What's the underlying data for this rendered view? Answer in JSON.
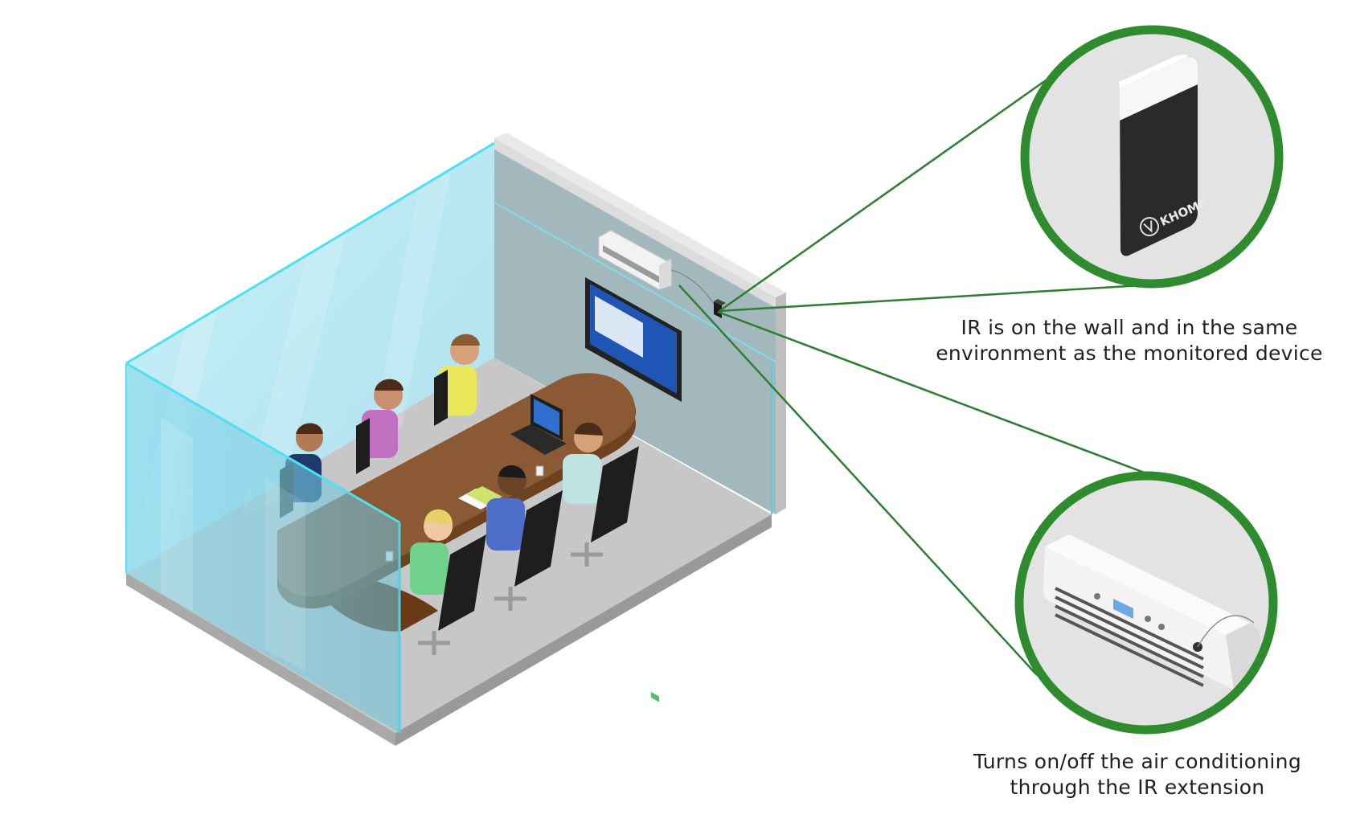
{
  "callouts": {
    "ir_device": {
      "caption_lines": [
        "IR is on the wall and in the same",
        "environment as the monitored device"
      ],
      "logo_text": "KHOMP"
    },
    "air_conditioner": {
      "caption_lines": [
        "Turns on/off the air conditioning",
        "through the IR extension"
      ]
    }
  },
  "colors": {
    "callout_ring": "#2e8b2e",
    "leader_line": "#2f7d32",
    "glass": "#7fd8ea",
    "glass_edge": "#4fd0e8",
    "wall": "#c9d0d3",
    "floor": "#c4c4c4",
    "table": "#8b5a34",
    "screen": "#1f56b5"
  },
  "icons": {
    "ir_device": "ir-blaster-icon",
    "air_conditioner": "air-conditioner-icon",
    "tv": "wall-monitor-icon",
    "laptop": "laptop-icon"
  }
}
